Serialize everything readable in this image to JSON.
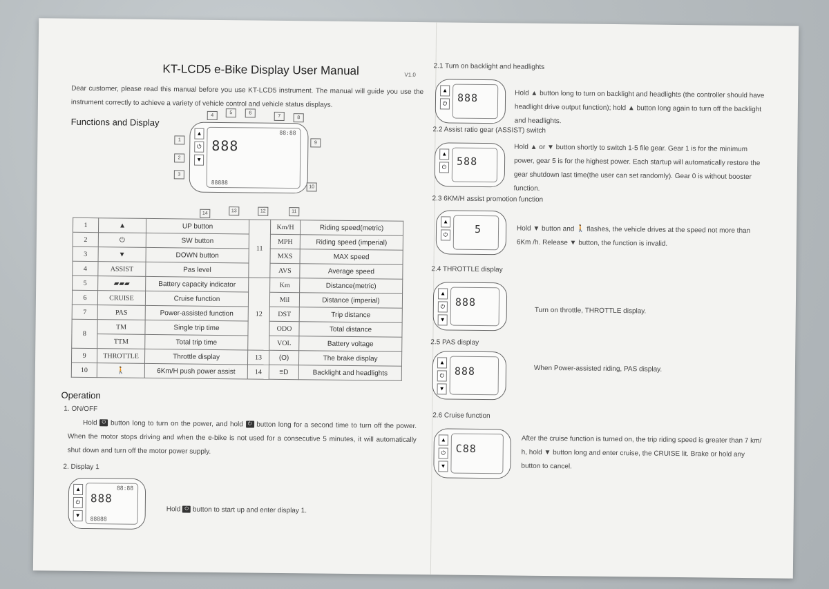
{
  "header": {
    "title": "KT-LCD5 e-Bike Display User Manual",
    "version": "V1.0",
    "intro": "Dear customer, please read this manual before you use KT-LCD5 instrument. The manual will guide you use the instrument correctly to achieve a variety of vehicle control and vehicle status displays."
  },
  "functions": {
    "heading": "Functions and Display",
    "callouts": [
      "1",
      "2",
      "3",
      "4",
      "5",
      "6",
      "7",
      "8",
      "9",
      "10",
      "11",
      "12",
      "13",
      "14"
    ],
    "left_rows": [
      {
        "num": "1",
        "symbol": "▲",
        "func": "UP button"
      },
      {
        "num": "2",
        "symbol": "⏻",
        "func": "SW button"
      },
      {
        "num": "3",
        "symbol": "▼",
        "func": "DOWN button"
      },
      {
        "num": "4",
        "symbol": "ASSIST",
        "func": "Pas level"
      },
      {
        "num": "5",
        "symbol": "▰▰▰",
        "func": "Battery capacity indicator"
      },
      {
        "num": "6",
        "symbol": "CRUISE",
        "func": "Cruise function"
      },
      {
        "num": "7",
        "symbol": "PAS",
        "func": "Power-assisted function"
      },
      {
        "num": "8",
        "symbol": "TM",
        "func": "Single trip time"
      },
      {
        "num": "",
        "symbol": "TTM",
        "func": "Total trip time"
      },
      {
        "num": "9",
        "symbol": "THROTTLE",
        "func": "Throttle display"
      },
      {
        "num": "10",
        "symbol": "🚶",
        "func": "6Km/H push power assist"
      }
    ],
    "right_rows": [
      {
        "group": "11",
        "symbol": "Km/H",
        "func": "Riding speed(metric)"
      },
      {
        "group": "",
        "symbol": "MPH",
        "func": "Riding speed (imperial)"
      },
      {
        "group": "",
        "symbol": "MXS",
        "func": "MAX speed"
      },
      {
        "group": "",
        "symbol": "AVS",
        "func": "Average speed"
      },
      {
        "group": "12",
        "symbol": "Km",
        "func": "Distance(metric)"
      },
      {
        "group": "",
        "symbol": "Mil",
        "func": "Distance (imperial)"
      },
      {
        "group": "",
        "symbol": "DST",
        "func": "Trip distance"
      },
      {
        "group": "",
        "symbol": "ODO",
        "func": "Total distance"
      },
      {
        "group": "",
        "symbol": "VOL",
        "func": "Battery voltage"
      },
      {
        "group": "13",
        "symbol": "(O)",
        "func": "The brake display"
      },
      {
        "group": "14",
        "symbol": "≡D",
        "func": "Backlight and headlights"
      }
    ]
  },
  "operation": {
    "heading": "Operation",
    "s1_title": "1.   ON/OFF",
    "s1_text_a": "Hold",
    "s1_text_b": "button long to turn on the power, and hold",
    "s1_text_c": "button long for a second time to turn off the power. When the motor stops driving and when the e-bike is not used for a consecutive 5 minutes, it will automatically shut down and turn off the motor power supply.",
    "s2_title": "2.   Display 1",
    "s2_text_a": "Hold",
    "s2_text_b": "button to start up and enter display 1."
  },
  "right_page": {
    "s21_title": "2.1   Turn on backlight and headlights",
    "s21_text": "Hold ▲ button long to turn on backlight and headlights (the controller should have headlight drive output function); hold ▲ button long again to turn off the backlight and headlights.",
    "s22_title": "2.2   Assist ratio gear (ASSIST) switch",
    "s22_text": "Hold ▲ or ▼ button shortly to switch 1-5 file gear. Gear 1 is for the minimum power, gear 5 is for the highest power. Each startup will automatically restore the gear shutdown last time(the user can set randomly). Gear 0 is without booster function.",
    "s23_title": "2.3   6KM/H assist promotion function",
    "s23_text": "Hold ▼ button and 🚶 flashes, the vehicle drives at the speed not more than 6Km /h. Release ▼ button, the function is invalid.",
    "s24_title": "2.4   THROTTLE display",
    "s24_text": "Turn on throttle, THROTTLE display.",
    "s25_title": "2.5   PAS display",
    "s25_text": "When Power-assisted riding, PAS display.",
    "s26_title": "2.6   Cruise function",
    "s26_text": "After the cruise function is turned on, the trip riding speed is greater than 7 km/ h, hold ▼ button long and enter cruise, the CRUISE lit. Brake or hold any button to cancel."
  },
  "lcd_digits": {
    "d1": "888",
    "d21": "888",
    "d22": "588",
    "d23": "5",
    "d24": "888",
    "d25": "888",
    "d26": "C88",
    "top": "88:88",
    "bottom": "88888"
  }
}
